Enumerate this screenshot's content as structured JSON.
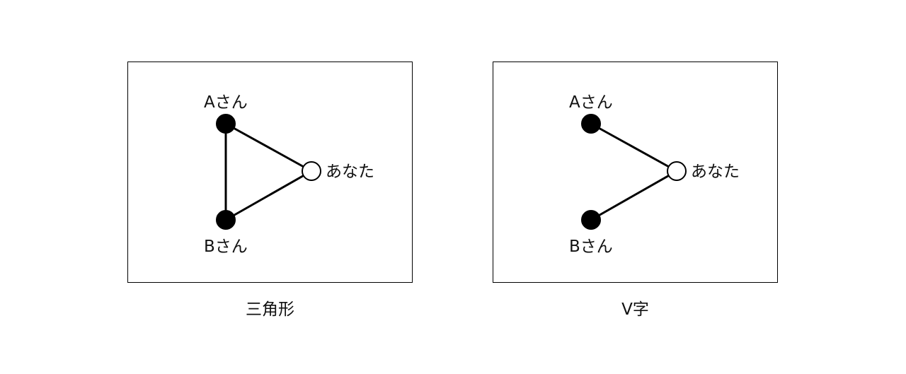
{
  "diagrams": [
    {
      "caption": "三角形",
      "nodes": {
        "a": {
          "label": "Aさん",
          "filled": true
        },
        "b": {
          "label": "Bさん",
          "filled": true
        },
        "you": {
          "label": "あなた",
          "filled": false
        }
      },
      "edges": [
        [
          "a",
          "b"
        ],
        [
          "a",
          "you"
        ],
        [
          "b",
          "you"
        ]
      ]
    },
    {
      "caption": "V字",
      "nodes": {
        "a": {
          "label": "Aさん",
          "filled": true
        },
        "b": {
          "label": "Bさん",
          "filled": true
        },
        "you": {
          "label": "あなた",
          "filled": false
        }
      },
      "edges": [
        [
          "a",
          "you"
        ],
        [
          "b",
          "you"
        ]
      ]
    }
  ],
  "colors": {
    "stroke": "#000000",
    "filled_node": "#000000",
    "open_node": "#ffffff",
    "text": "#111111"
  }
}
